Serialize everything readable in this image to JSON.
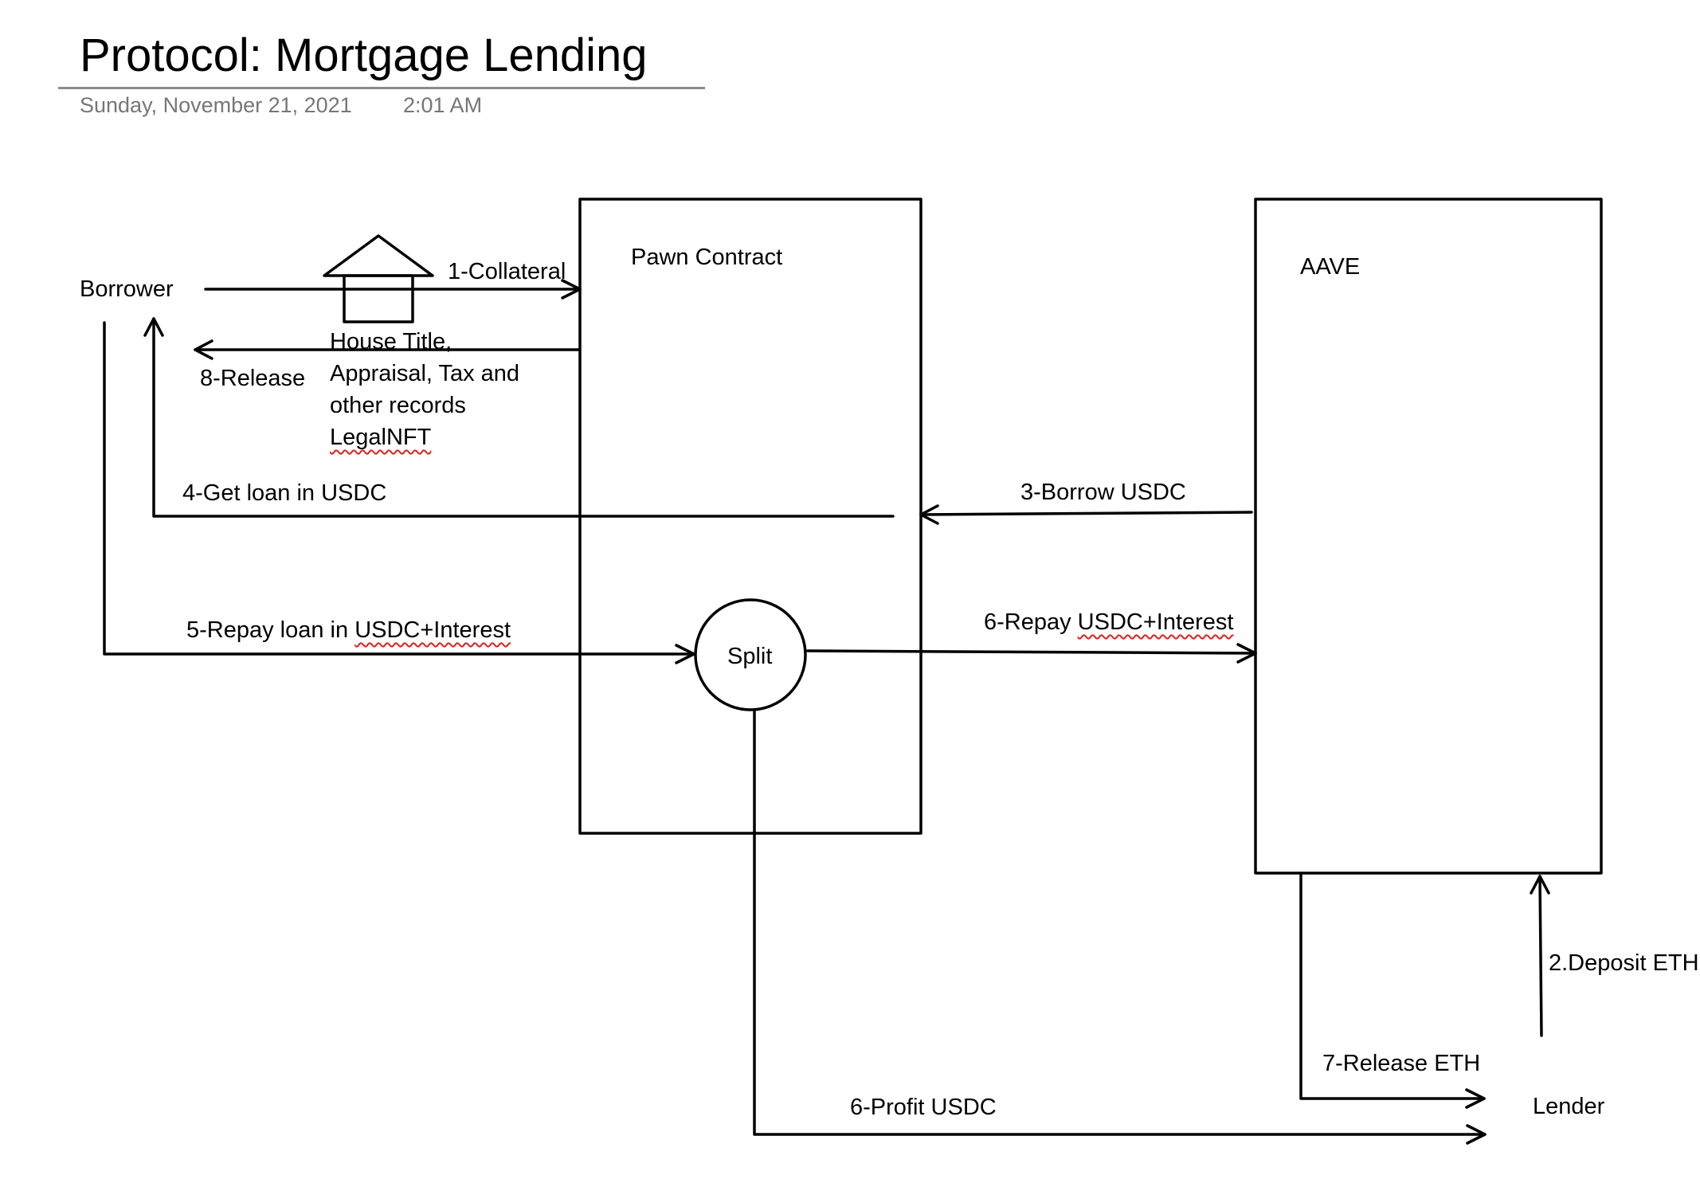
{
  "header": {
    "title": "Protocol: Mortgage Lending",
    "date": "Sunday, November 21, 2021",
    "time": "2:01 AM"
  },
  "nodes": {
    "borrower": "Borrower",
    "pawn_contract": "Pawn Contract",
    "aave": "AAVE",
    "split": "Split",
    "lender": "Lender"
  },
  "collateral_note": {
    "line1": "House Title,",
    "line2": "Appraisal, Tax and",
    "line3": "other records",
    "line4": "LegalNFT"
  },
  "edges": {
    "collateral": "1-Collateral",
    "deposit_eth": "2.Deposit ETH",
    "borrow_usdc": "3-Borrow USDC",
    "get_loan": "4-Get loan in USDC",
    "repay_prefix": "5-Repay loan in ",
    "repay_suffix": "USDC+Interest",
    "repay_aave_prefix": "6-Repay ",
    "repay_aave_suffix": "USDC+Interest",
    "profit": "6-Profit USDC",
    "release_eth": "7-Release ETH",
    "release": "8-Release"
  },
  "colors": {
    "ink": "#000000",
    "meta_text": "#767676",
    "title_rule": "#8a8a8a",
    "spellcheck": "#e02020"
  },
  "icons": {
    "collateral": "house-icon"
  }
}
